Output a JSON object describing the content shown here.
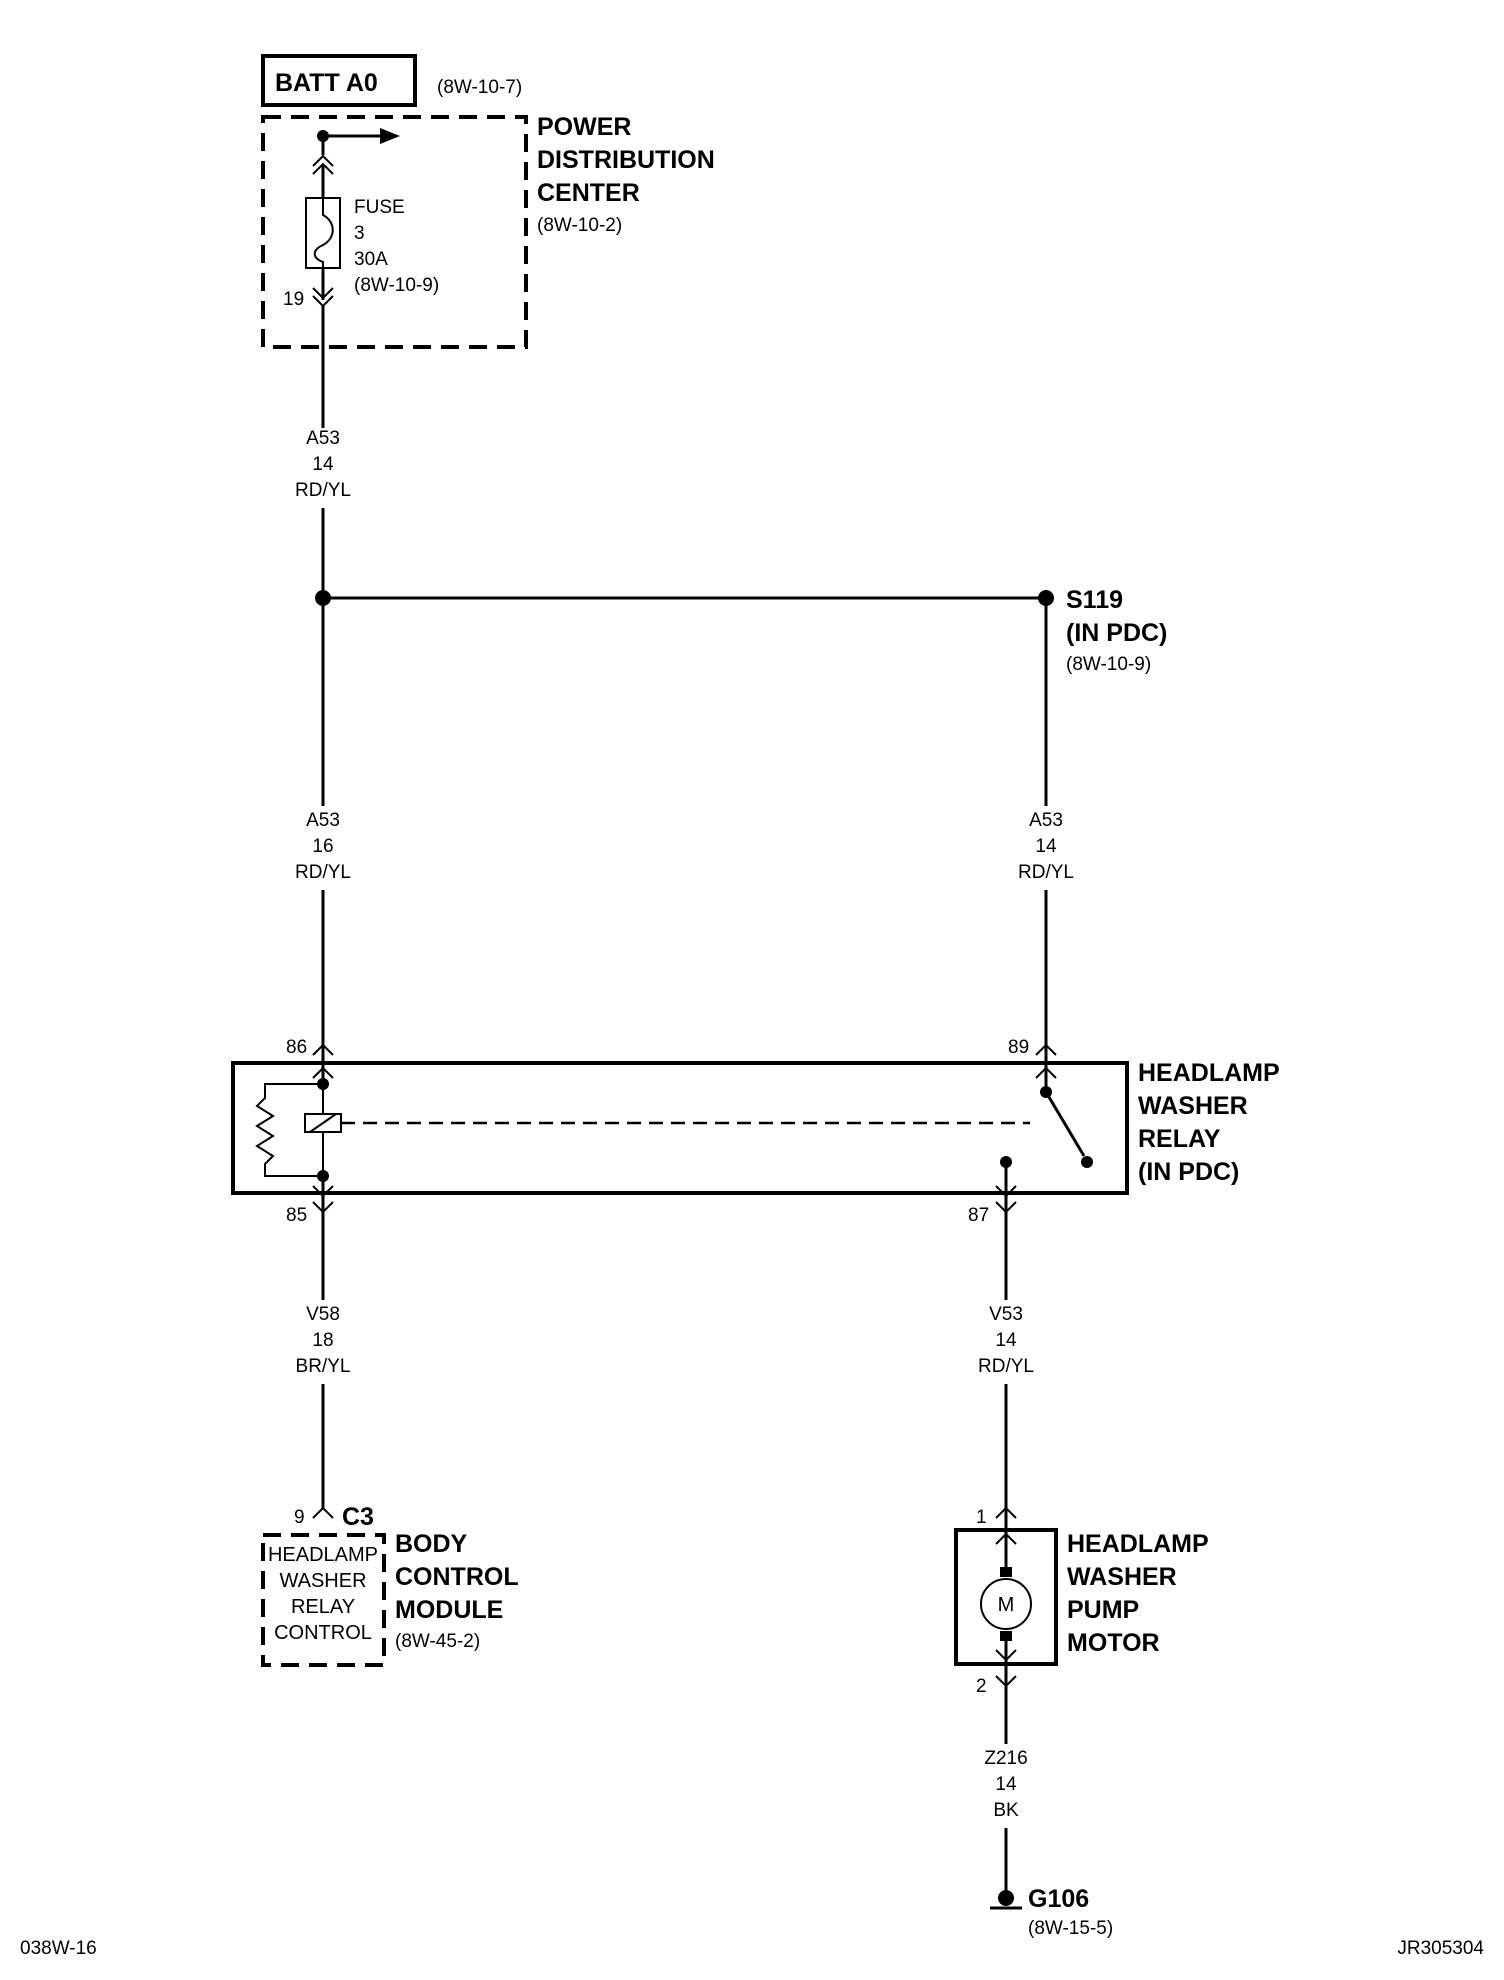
{
  "batt": {
    "label": "BATT A0",
    "ref": "(8W-10-7)"
  },
  "pdc": {
    "line1": "POWER",
    "line2": "DISTRIBUTION",
    "line3": "CENTER",
    "ref": "(8W-10-2)"
  },
  "fuse": {
    "label": "FUSE",
    "number": "3",
    "rating": "30A",
    "ref": "(8W-10-9)",
    "pin": "19"
  },
  "wires": {
    "a53_top": {
      "circuit": "A53",
      "gauge": "14",
      "color": "RD/YL"
    },
    "a53_left": {
      "circuit": "A53",
      "gauge": "16",
      "color": "RD/YL"
    },
    "a53_right": {
      "circuit": "A53",
      "gauge": "14",
      "color": "RD/YL"
    },
    "v58": {
      "circuit": "V58",
      "gauge": "18",
      "color": "BR/YL"
    },
    "v53": {
      "circuit": "V53",
      "gauge": "14",
      "color": "RD/YL"
    },
    "z216": {
      "circuit": "Z216",
      "gauge": "14",
      "color": "BK"
    }
  },
  "splice": {
    "id": "S119",
    "location": "(IN PDC)",
    "ref": "(8W-10-9)"
  },
  "relay": {
    "line1": "HEADLAMP",
    "line2": "WASHER",
    "line3": "RELAY",
    "line4": "(IN PDC)",
    "pin86": "86",
    "pin89": "89",
    "pin85": "85",
    "pin87": "87"
  },
  "bcm": {
    "pin": "9",
    "connector": "C3",
    "inner1": "HEADLAMP",
    "inner2": "WASHER",
    "inner3": "RELAY",
    "inner4": "CONTROL",
    "line1": "BODY",
    "line2": "CONTROL",
    "line3": "MODULE",
    "ref": "(8W-45-2)"
  },
  "motor": {
    "pin1": "1",
    "pin2": "2",
    "symbol": "M",
    "line1": "HEADLAMP",
    "line2": "WASHER",
    "line3": "PUMP",
    "line4": "MOTOR"
  },
  "ground": {
    "id": "G106",
    "ref": "(8W-15-5)"
  },
  "footer": {
    "left": "038W-16",
    "right": "JR305304"
  }
}
